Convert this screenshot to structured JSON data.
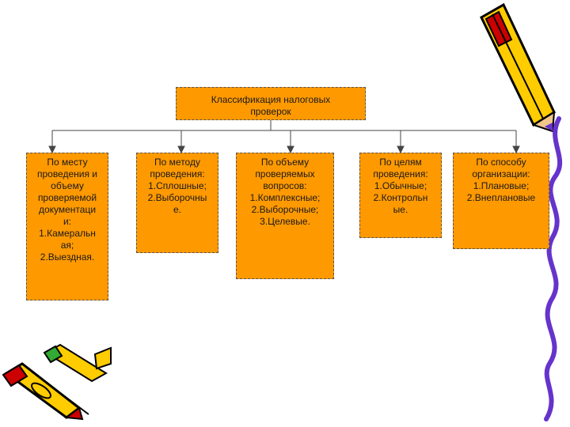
{
  "root": {
    "label": "Классификация налоговых\nпроверок"
  },
  "nodes": [
    {
      "label": "По месту\nпроведения и\nобъему\nпроверяемой\nдокументаци\nи:\n1.Камеральн\nая;\n2.Выездная."
    },
    {
      "label": "По методу\nпроведения:\n1.Сплошные;\n2.Выборочны\nе."
    },
    {
      "label": "По объему\nпроверяемых\nвопросов:\n1.Комплексные;\n2.Выборочные;\n3.Целевые."
    },
    {
      "label": "По целям\nпроведения:\n1.Обычные;\n2.Контрольн\nые."
    },
    {
      "label": "По способу\nорганизации:\n1.Плановые;\n2.Внеплановые"
    }
  ],
  "colors": {
    "box_fill": "#ff9900",
    "pencil_yellow": "#ffcc00",
    "decor_purple": "#6633cc"
  },
  "decorations": [
    "pencil-icon",
    "crayons-icon",
    "scribble-line"
  ]
}
